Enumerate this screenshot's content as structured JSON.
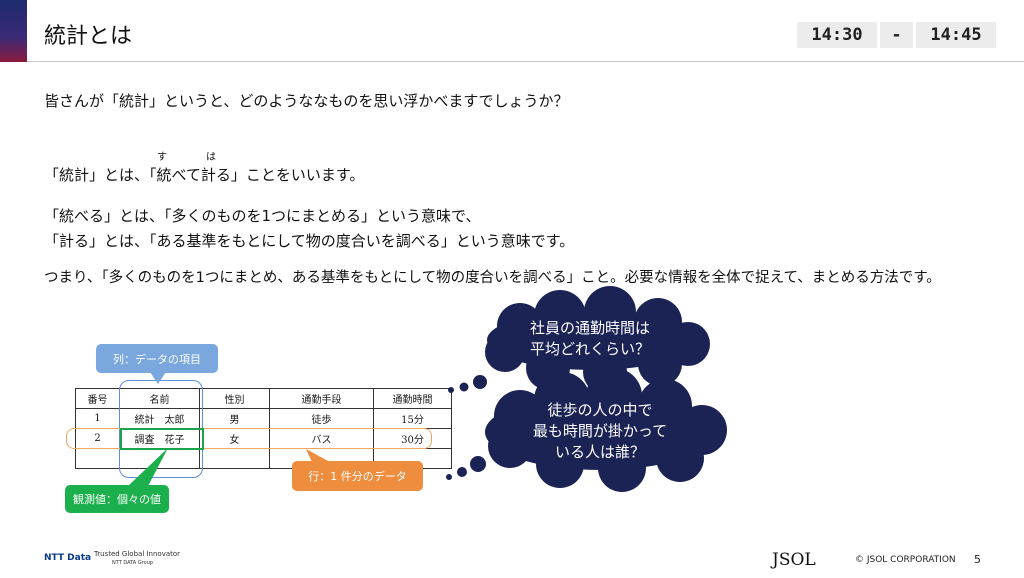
{
  "slide": {
    "title": "統計とは",
    "time": {
      "start": "14:30",
      "separator": "-",
      "end": "14:45"
    },
    "lines": [
      "皆さんが「統計」というと、どのようななものを思い浮かべますでしょうか？",
      "「統計」とは、「統べて計る」ことをいいます。",
      "「統べる」とは、「多くのものを1つにまとめる」という意味で、",
      "「計る」とは、「ある基準をもとにして物の度合いを調べる」という意味です。",
      "つまり、「多くのものを1つにまとめ、ある基準をもとにして物の度合いを調べる」こと。必要な情報を全体で捉えて、まとめる方法です。"
    ],
    "ruby": {
      "su": "す",
      "ha": "は"
    }
  },
  "table": {
    "headers": [
      "番号",
      "名前",
      "性別",
      "通勤手段",
      "通勤時間"
    ],
    "rows": [
      [
        "1",
        "統計　太郎",
        "男",
        "徒歩",
        "15分"
      ],
      [
        "2",
        "調査　花子",
        "女",
        "バス",
        "30分"
      ],
      [
        "",
        "",
        "",
        "",
        ""
      ]
    ]
  },
  "callouts": {
    "column": "列：データの項目",
    "row": "行：1 件分のデータ",
    "observation": "観測値：個々の値"
  },
  "clouds": {
    "first": [
      "社員の通勤時間は",
      "平均どれくらい？"
    ],
    "second": [
      "徒歩の人の中で",
      "最も時間が掛かって",
      "いる人は誰？"
    ]
  },
  "colors": {
    "cloud": "#1a2354",
    "callout_blue": "#7aa7dd",
    "callout_orange": "#ee8d3d",
    "callout_green": "#1bb04b"
  },
  "footer": {
    "nttdata_logo": "NTT Data",
    "tagline": "Trusted Global Innovator",
    "group": "NTT DATA Group",
    "jsol_logo": "JSOL",
    "copyright": "© JSOL CORPORATION",
    "page_number": "5"
  }
}
